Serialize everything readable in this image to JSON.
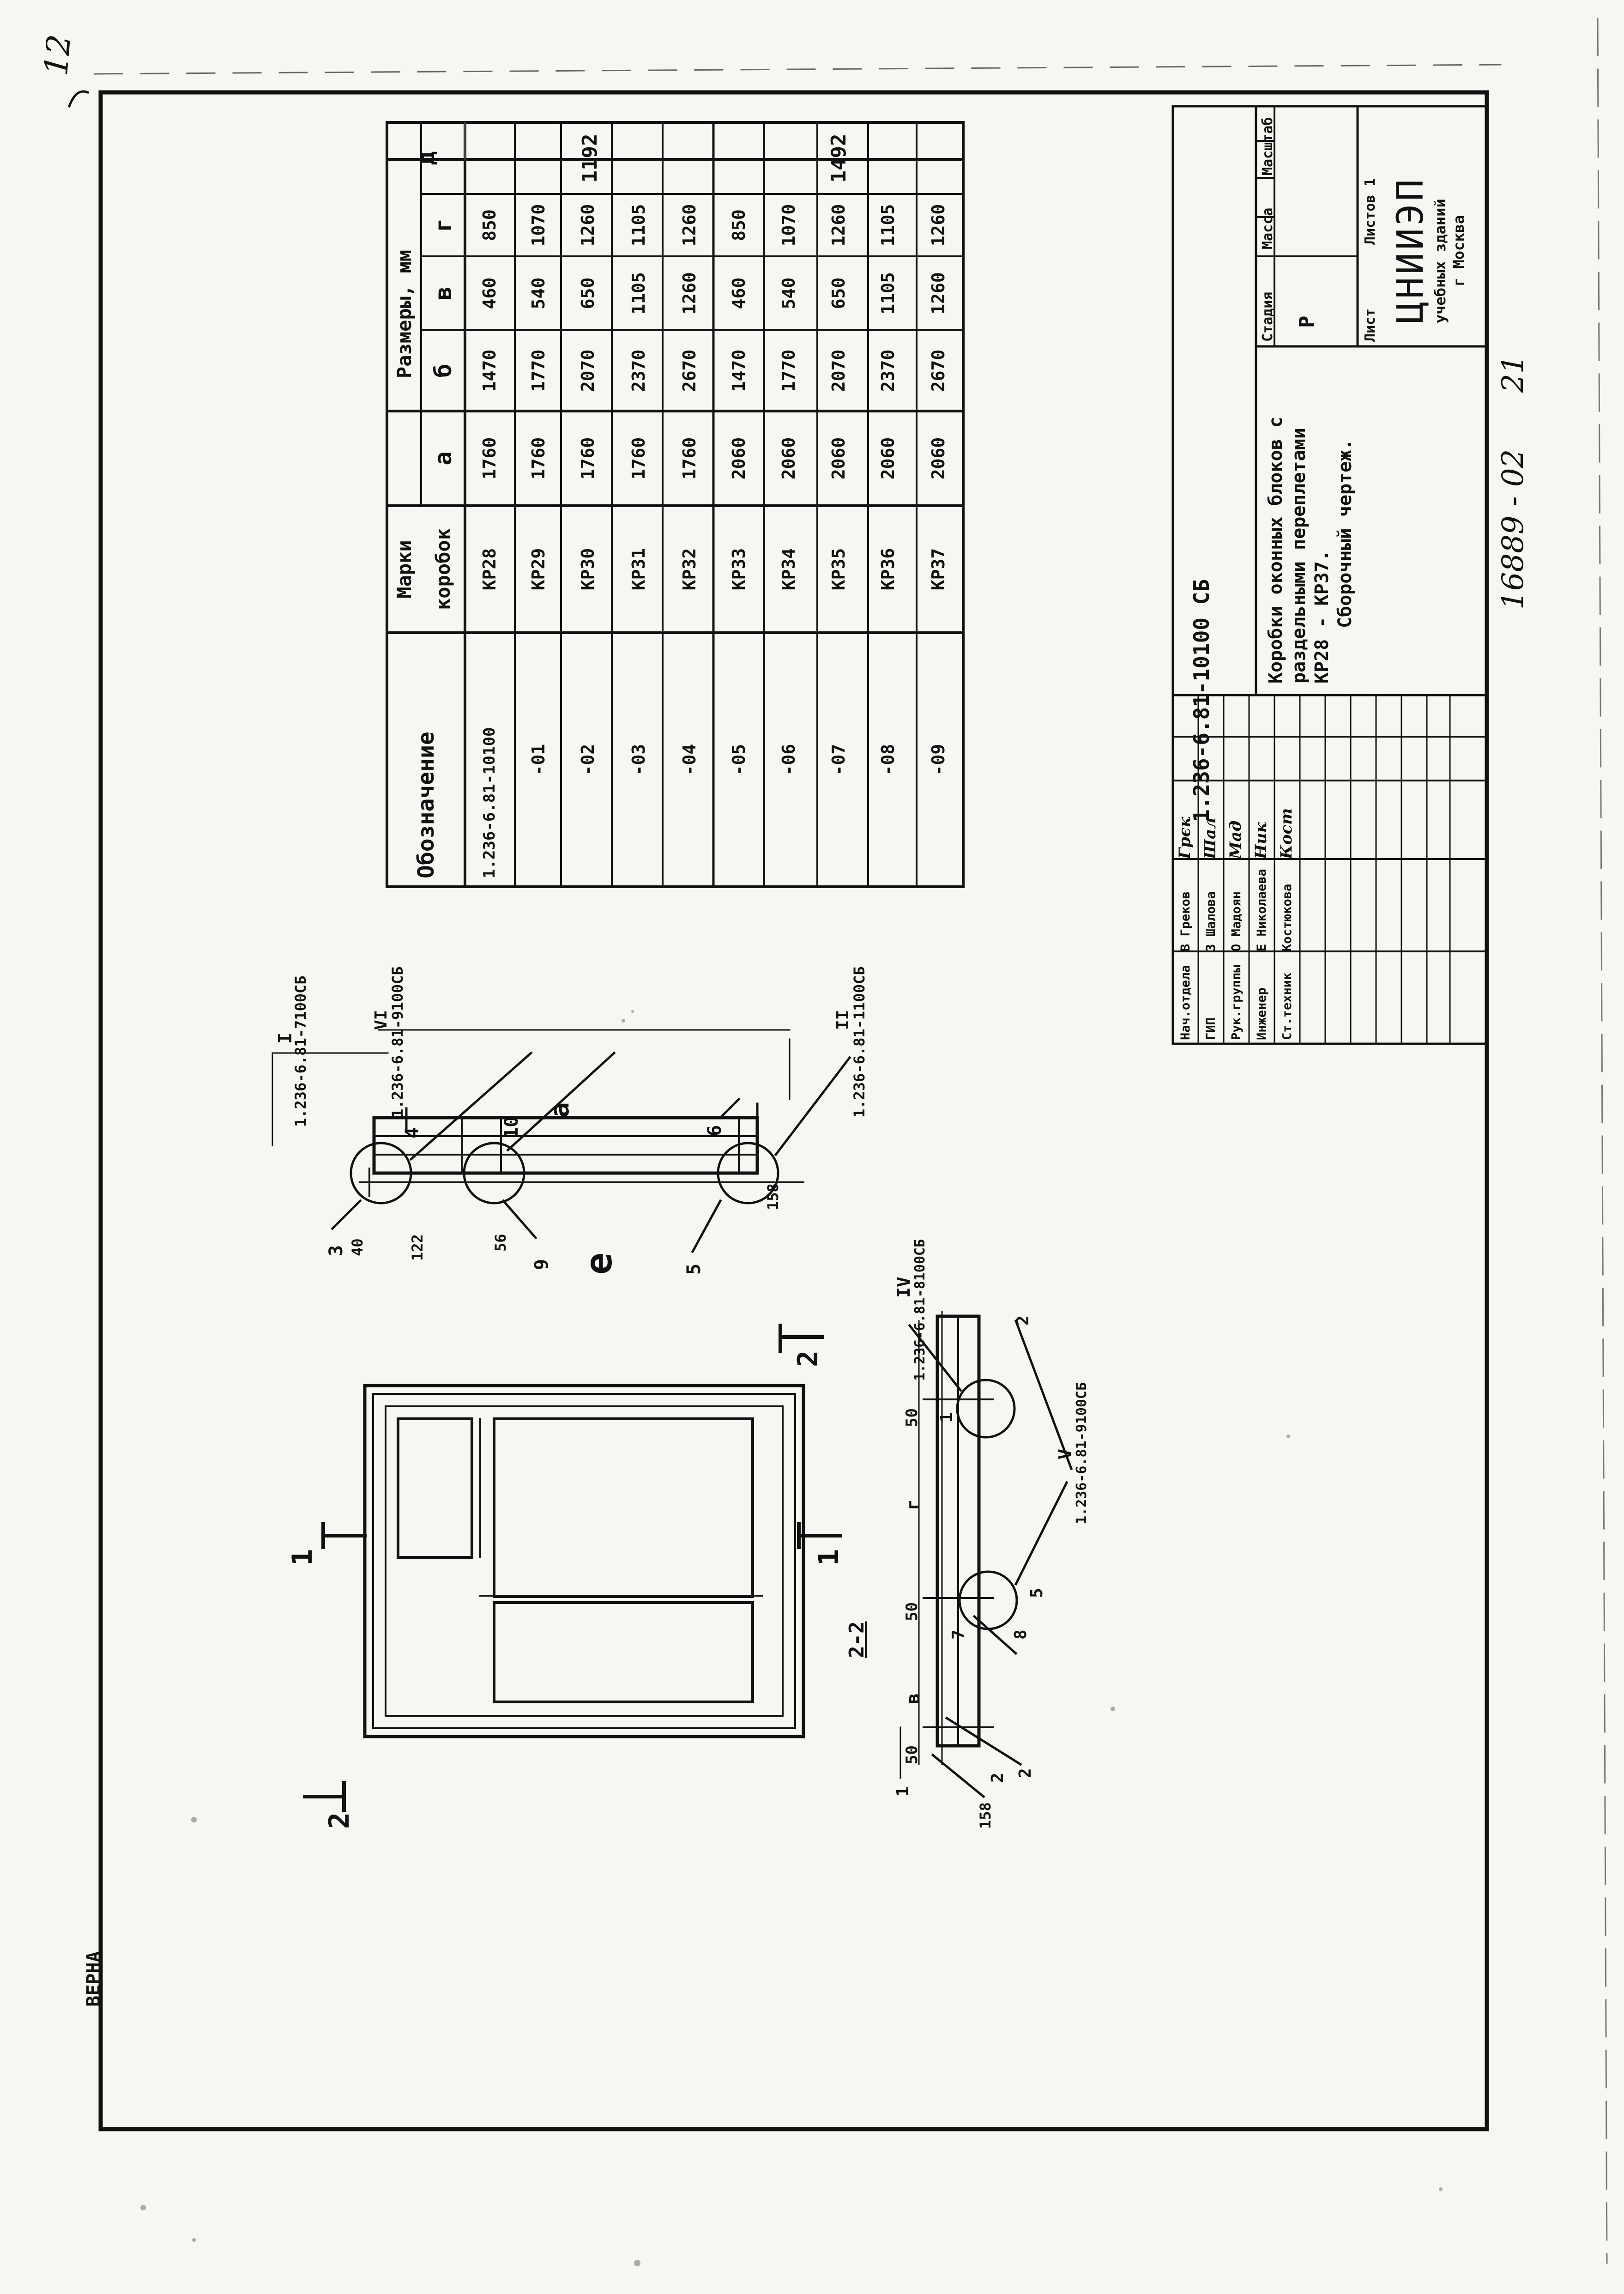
{
  "corner_note": "12",
  "side_stamp": "ВЕРНА",
  "sheet_code": "16889 - 02",
  "sheet_page": "21",
  "document_code": "1.236-6.81-10100 СБ",
  "title_lines": [
    "Коробки оконных блоков с",
    "раздельными переплетами",
    "КР28 - КР37.",
    "Сборочный чертеж."
  ],
  "stamp": {
    "headers": {
      "stage": "Стадия",
      "mass": "Масса",
      "scale": "Масштаб",
      "sheet": "Лист",
      "sheets": "Листов 1"
    },
    "stage_value": "Р",
    "org_lines": [
      "ЦНИИЭП",
      "учебных зданий",
      "г Москва"
    ],
    "signatures": [
      {
        "role": "Нач.отдела",
        "name": "В Греков",
        "sign": "Γрєк"
      },
      {
        "role": "ГИП",
        "name": "З Шалова",
        "sign": "Шал"
      },
      {
        "role": "Рук.группы",
        "name": "О Мадоян",
        "sign": "Мад"
      },
      {
        "role": "Инженер",
        "name": "Е Николаева",
        "sign": "Ник"
      },
      {
        "role": "Ст.техник",
        "name": "Костюкова",
        "sign": "Кост"
      }
    ]
  },
  "table": {
    "header": {
      "designation": "Обозначение",
      "mark_line1": "Марки",
      "mark_line2": "коробок",
      "sizes": "Размеры, мм",
      "cols": [
        "а",
        "б",
        "в",
        "г",
        "д"
      ]
    },
    "rows": [
      {
        "des": "1.236-6.81-10100",
        "mark": "КР28",
        "a": "1760",
        "b": "1470",
        "v": "460",
        "g": "850"
      },
      {
        "des": "-01",
        "mark": "КР29",
        "a": "1760",
        "b": "1770",
        "v": "540",
        "g": "1070"
      },
      {
        "des": "-02",
        "mark": "КР30",
        "a": "1760",
        "b": "2070",
        "v": "650",
        "g": "1260"
      },
      {
        "des": "-03",
        "mark": "КР31",
        "a": "1760",
        "b": "2370",
        "v": "1105",
        "g": "1105"
      },
      {
        "des": "-04",
        "mark": "КР32",
        "a": "1760",
        "b": "2670",
        "v": "1260",
        "g": "1260"
      },
      {
        "des": "-05",
        "mark": "КР33",
        "a": "2060",
        "b": "1470",
        "v": "460",
        "g": "850"
      },
      {
        "des": "-06",
        "mark": "КР34",
        "a": "2060",
        "b": "1770",
        "v": "540",
        "g": "1070"
      },
      {
        "des": "-07",
        "mark": "КР35",
        "a": "2060",
        "b": "2070",
        "v": "650",
        "g": "1260"
      },
      {
        "des": "-08",
        "mark": "КР36",
        "a": "2060",
        "b": "2370",
        "v": "1105",
        "g": "1105"
      },
      {
        "des": "-09",
        "mark": "КР37",
        "a": "2060",
        "b": "2670",
        "v": "1260",
        "g": "1260"
      }
    ],
    "d_group1": "1192",
    "d_group2": "1492"
  },
  "elevation": {
    "cut_1": "1",
    "cut_2": "2"
  },
  "section_1_1": {
    "callouts": [
      {
        "roman": "I",
        "ref": "1.236-6.81-7100СБ"
      },
      {
        "roman": "VI",
        "ref": "1.236-6.81-9100СБ"
      },
      {
        "roman": "II",
        "ref": "1.236-6.81-1100СБ"
      }
    ],
    "dim_a": "а",
    "dim_e": "е",
    "dims": [
      "40",
      "122",
      "56",
      "158"
    ],
    "pos_numbers": [
      "3",
      "4",
      "10",
      "6",
      "9",
      "5"
    ]
  },
  "section_2_2": {
    "title": "2-2",
    "callouts": [
      {
        "roman": "IV",
        "ref": "1.236-6.81-8100СБ"
      },
      {
        "roman": "V",
        "ref": "1.236-6.81-9100СБ"
      }
    ],
    "dims": [
      "50",
      "г",
      "50",
      "в",
      "50",
      "158"
    ],
    "pos_numbers": [
      "1",
      "2",
      "2",
      "7",
      "8",
      "5",
      "1",
      "2"
    ]
  }
}
